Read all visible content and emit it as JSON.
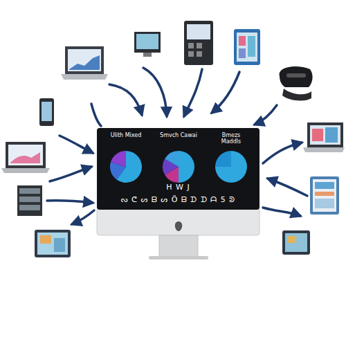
{
  "diagram": {
    "nodes": [
      {
        "text": [
          "H W J",
          "ᔓ ᕦ ᔕ ᗷ ᔕ Ö ᗷ ᗪ ᗪ ᗩ 5 ᕲ"
        ]
      },
      {
        "text": [
          "Ulith Mixed"
        ],
        "in": 0
      },
      {
        "text": [
          "Smvch Cawai"
        ],
        "in": 0
      },
      {
        "text": [
          "Bmezs Maddls"
        ],
        "in": 0
      }
    ]
  }
}
